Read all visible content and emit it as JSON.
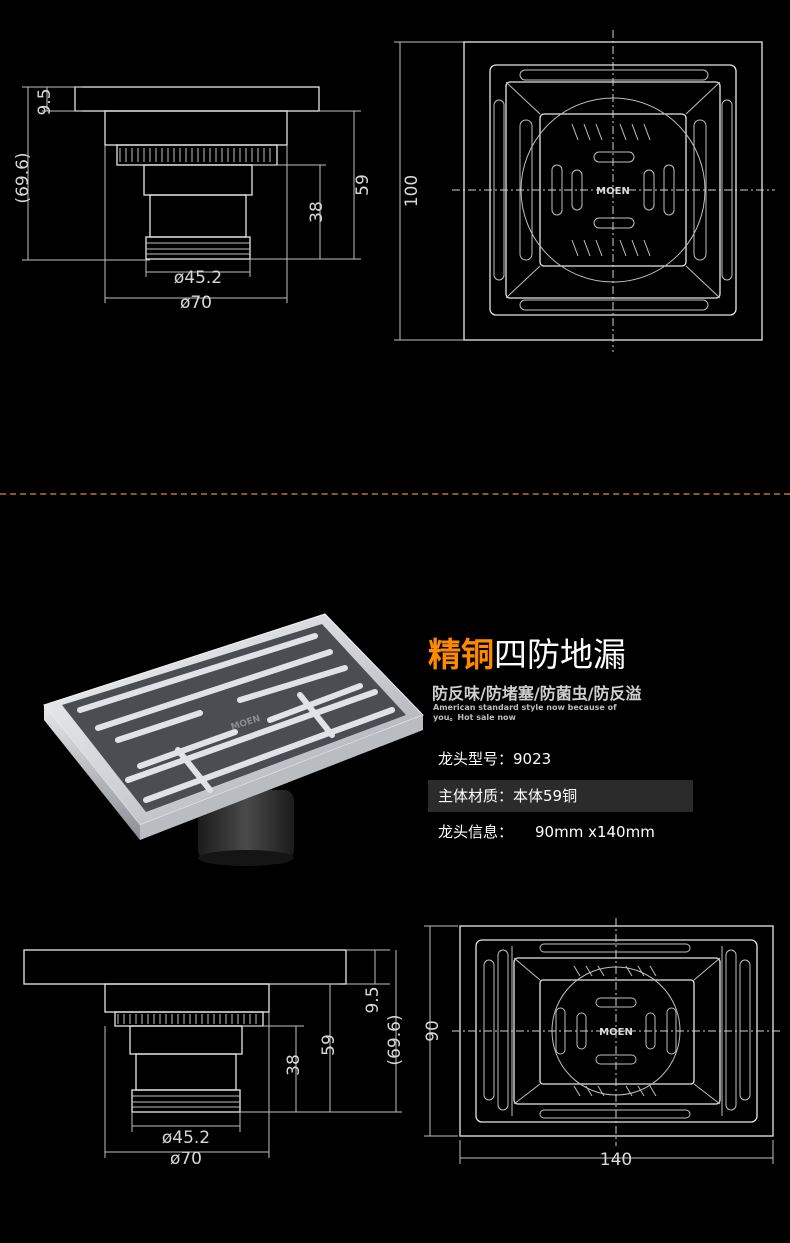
{
  "top_drawing": {
    "dim_overall": "(69.6)",
    "dim_flange": "9.5",
    "dim_body": "59",
    "dim_outlet": "38",
    "dim_outlet_dia": "ø45.2",
    "dim_body_dia": "ø70",
    "dim_square": "100",
    "logo": "MOEN"
  },
  "product": {
    "title_highlight": "精铜",
    "title_rest": "四防地漏",
    "subtitle": "防反味/防堵塞/防菌虫/防反溢",
    "english_line": "American standard style now because of you。Hot sale now",
    "logo": "MOEN",
    "specs": [
      {
        "label": "龙头型号：",
        "value": "9023"
      },
      {
        "label": "主体材质：",
        "value": "本体59铜"
      },
      {
        "label": "龙头信息：",
        "value": "90mm x140mm"
      }
    ]
  },
  "bottom_drawing": {
    "dim_flange": "9.5",
    "dim_overall": "(69.6)",
    "dim_body": "59",
    "dim_outlet": "38",
    "dim_outlet_dia": "ø45.2",
    "dim_body_dia": "ø70",
    "dim_height": "90",
    "dim_width": "140",
    "logo": "MOEN"
  }
}
